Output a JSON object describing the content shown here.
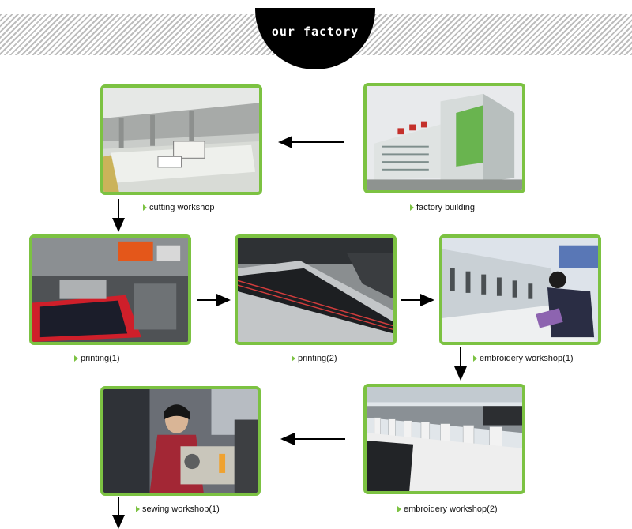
{
  "header": {
    "title": "our factory"
  },
  "photos": {
    "factory_building": {
      "caption": "factory building"
    },
    "cutting_workshop": {
      "caption": "cutting workshop"
    },
    "printing_1": {
      "caption": "printing(1)"
    },
    "printing_2": {
      "caption": "printing(2)"
    },
    "embroidery_workshop_1": {
      "caption": "embroidery workshop(1)"
    },
    "embroidery_workshop_2": {
      "caption": "embroidery workshop(2)"
    },
    "sewing_workshop_1": {
      "caption": "sewing  workshop(1)"
    }
  },
  "colors": {
    "frame_green": "#7cc242",
    "title_background": "#000000",
    "arrow_color": "#000000"
  }
}
